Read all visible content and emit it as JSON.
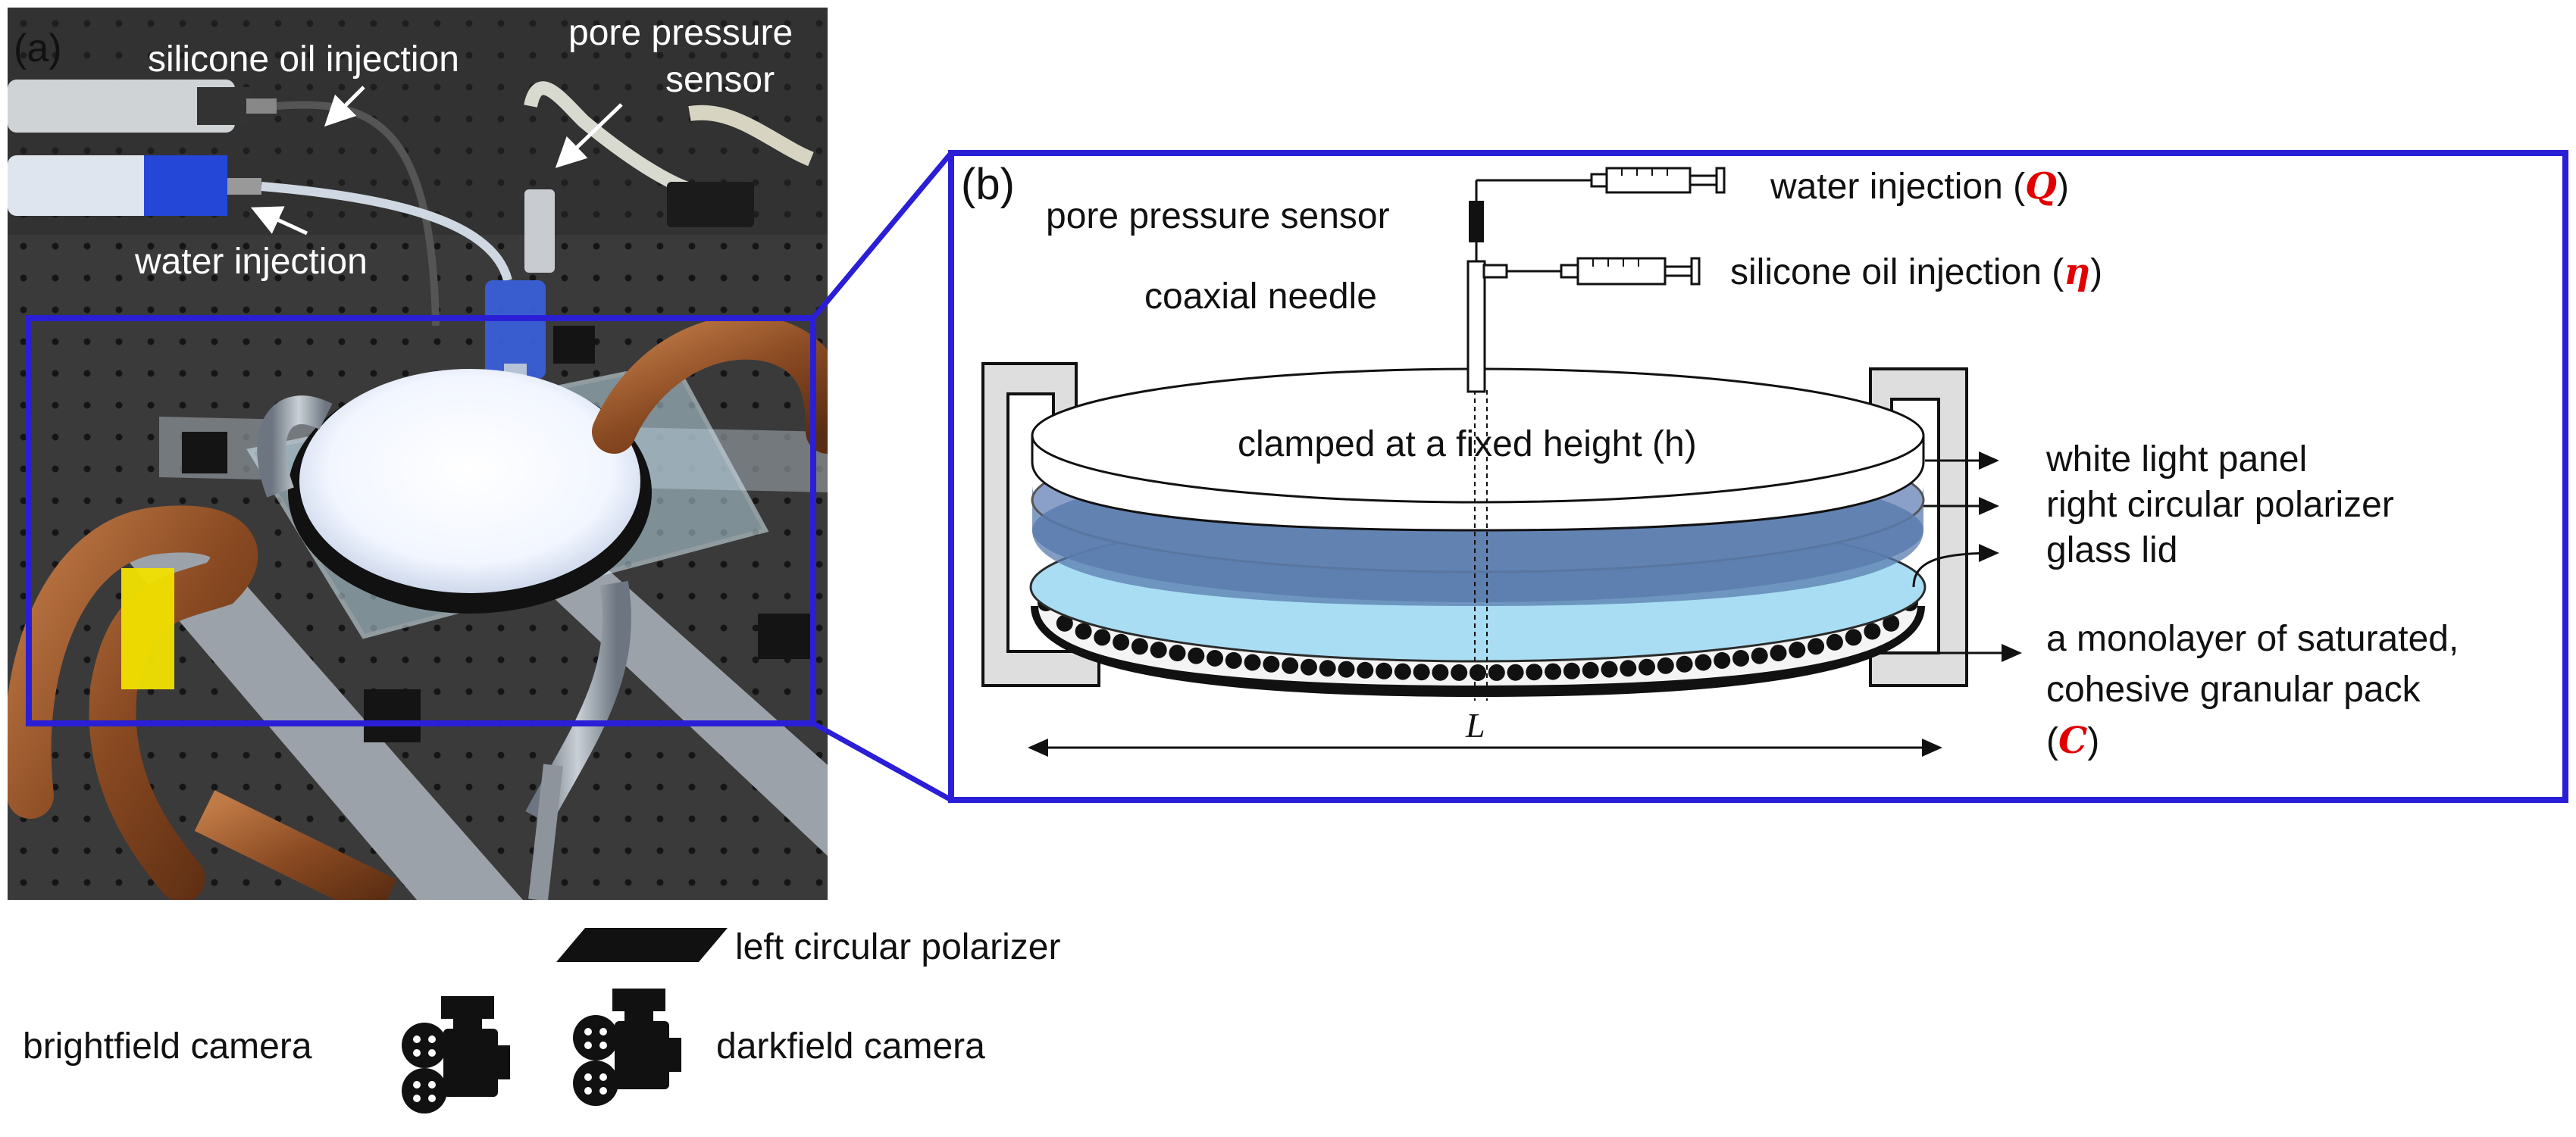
{
  "panel_a": {
    "label": "(a)",
    "silicone_oil_injection": "silicone oil injection",
    "pore_pressure_sensor_line1": "pore pressure",
    "pore_pressure_sensor_line2": "sensor",
    "water_injection": "water injection"
  },
  "panel_b": {
    "label": "(b)",
    "pore_pressure_sensor": "pore pressure sensor",
    "coaxial_needle": "coaxial needle",
    "water_injection": "water injection (",
    "water_symbol": "Q",
    "silicone_oil_injection": "silicone oil injection (",
    "oil_symbol": "η",
    "close_paren": ")",
    "clamped": "clamped at a fixed height (h)",
    "white_light_panel": "white light panel",
    "right_circular_polarizer": "right circular polarizer",
    "glass_lid": "glass lid",
    "monolayer_line1": "a monolayer of saturated,",
    "monolayer_line2": "cohesive granular pack",
    "monolayer_open": "(",
    "cohesion_symbol": "C",
    "length_symbol": "L"
  },
  "bottom": {
    "left_circular_polarizer": "left circular polarizer",
    "brightfield_camera": "brightfield camera",
    "darkfield_camera": "darkfield camera"
  },
  "colors": {
    "frame_blue": "#2a1fd6",
    "symbol_red": "#e00000",
    "glass_blue": "#a8d8f0",
    "polarizer_blue": "#5a7cae"
  }
}
